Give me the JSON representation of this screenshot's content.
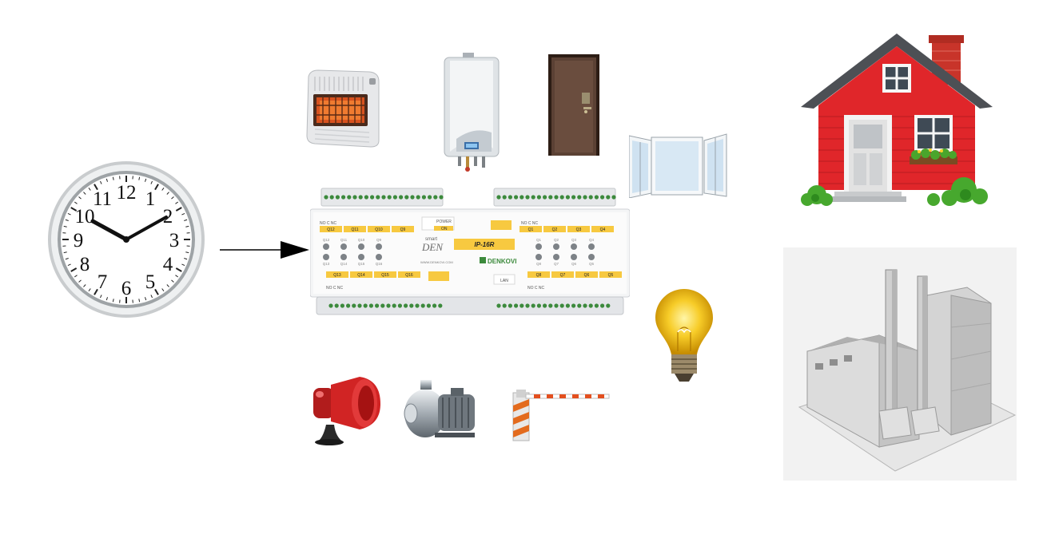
{
  "clock": {
    "numerals": [
      "12",
      "1",
      "2",
      "3",
      "4",
      "5",
      "6",
      "7",
      "8",
      "9",
      "10",
      "11"
    ]
  },
  "device": {
    "brand_small": "smart",
    "brand_large": "DEN",
    "model": "IP-16R",
    "maker": "DENKOVI",
    "website": "WWW.DENKOVI.COM",
    "power_label": "POWER",
    "on_label": "ON",
    "lan_label": "LAN",
    "left_top_relays": [
      "Q12",
      "Q11",
      "Q10",
      "Q9"
    ],
    "right_top_relays": [
      "Q1",
      "Q2",
      "Q3",
      "Q4"
    ],
    "left_bottom_relays": [
      "Q13",
      "Q14",
      "Q15",
      "Q16"
    ],
    "right_bottom_relays": [
      "Q8",
      "Q7",
      "Q6",
      "Q5"
    ],
    "contact_row": "NO C NC",
    "left_led_top": [
      "Q12",
      "Q11",
      "Q10",
      "Q9"
    ],
    "left_led_bottom": [
      "Q13",
      "Q14",
      "Q15",
      "Q16"
    ],
    "right_led_top": [
      "Q1",
      "Q2",
      "Q3",
      "Q4"
    ],
    "right_led_bottom": [
      "Q8",
      "Q7",
      "Q6",
      "Q5"
    ]
  },
  "colors": {
    "device_yellow": "#f7c940",
    "terminal_green": "#3c8a3c",
    "house_red": "#e0262a",
    "bulb_yellow": "#f5c400"
  },
  "icons": [
    "clock-icon",
    "arrow-icon",
    "heater-icon",
    "boiler-icon",
    "door-icon",
    "window-icon",
    "house-icon",
    "bulb-icon",
    "factory-icon",
    "siren-icon",
    "pump-icon",
    "barrier-icon"
  ]
}
